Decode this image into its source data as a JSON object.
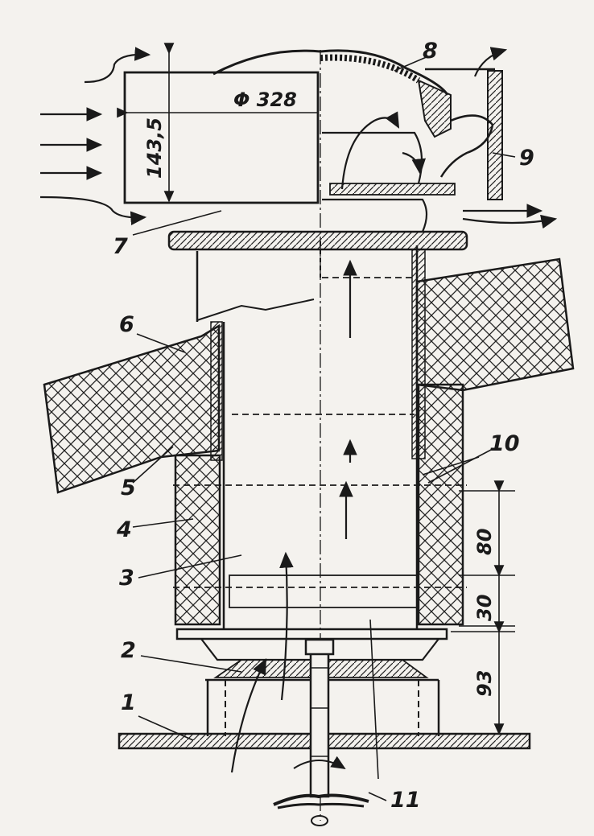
{
  "figure": {
    "part_labels": [
      "1",
      "2",
      "3",
      "4",
      "5",
      "6",
      "7",
      "8",
      "9",
      "10",
      "11"
    ],
    "dimensions": {
      "diameter": "Φ 328",
      "cap_height": "143,5",
      "spacing_upper": "80",
      "spacing_lower": "30",
      "base_height": "93"
    }
  }
}
